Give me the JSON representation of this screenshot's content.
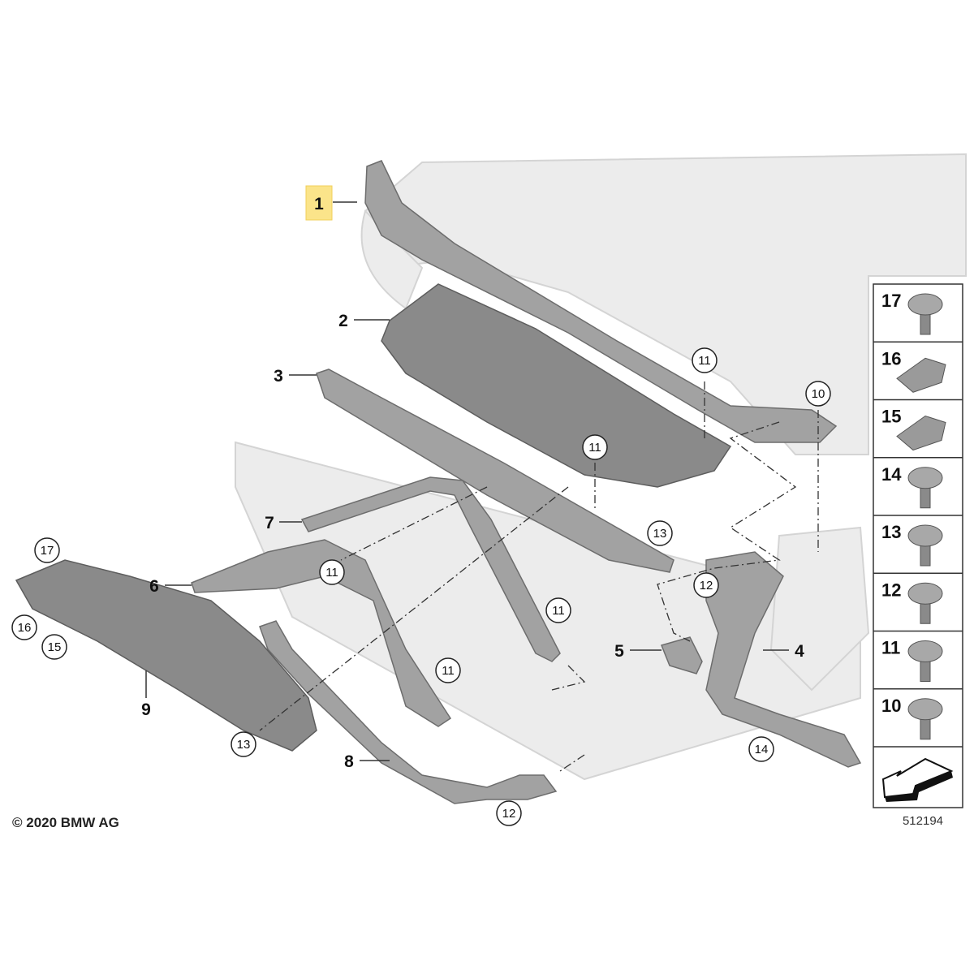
{
  "diagram": {
    "labels": {
      "p1": "1",
      "p2": "2",
      "p3": "3",
      "p4": "4",
      "p5": "5",
      "p6": "6",
      "p7": "7",
      "p8": "8",
      "p9": "9"
    },
    "callouts": {
      "c11a": "11",
      "c10": "10",
      "c11b": "11",
      "c13a": "13",
      "c11c": "11",
      "c12a": "12",
      "c11d": "11",
      "c11e": "11",
      "c13b": "13",
      "c14": "14",
      "c12b": "12",
      "c17": "17",
      "c16": "16",
      "c15": "15"
    },
    "highlight_color": "#fbe48a",
    "copyright": "© 2020 BMW AG",
    "diagram_number": "512194"
  },
  "fastener_panel": {
    "items": [
      "17",
      "16",
      "15",
      "14",
      "13",
      "12",
      "11",
      "10"
    ]
  }
}
